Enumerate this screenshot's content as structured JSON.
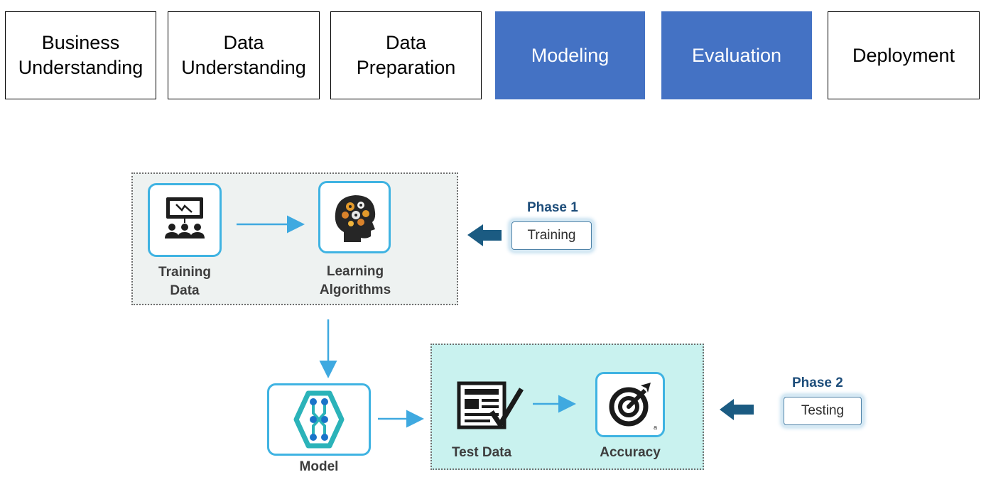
{
  "stages": [
    {
      "label": "Business\nUnderstanding",
      "active": false
    },
    {
      "label": "Data\nUnderstanding",
      "active": false
    },
    {
      "label": "Data\nPreparation",
      "active": false
    },
    {
      "label": "Modeling",
      "active": true
    },
    {
      "label": "Evaluation",
      "active": true
    },
    {
      "label": "Deployment",
      "active": false
    }
  ],
  "colors": {
    "active_stage": "#4472c4",
    "icon_border": "#3fb3e2",
    "arrow": "#3fa9e0",
    "phase_arrow": "#1b5b82",
    "training_panel": "#eef2f1",
    "testing_panel": "#c9f2ef",
    "model_icon": "#2bb3b9"
  },
  "diagram": {
    "training_data": {
      "label": "Training\nData",
      "icon": "presentation-team-icon"
    },
    "learning_algorithms": {
      "label": "Learning\nAlgorithms",
      "icon": "brain-gears-head-icon"
    },
    "model": {
      "label": "Model",
      "icon": "neural-network-icon"
    },
    "test_data": {
      "label": "Test Data",
      "icon": "document-checkmark-icon"
    },
    "accuracy": {
      "label": "Accuracy",
      "icon": "target-dart-icon",
      "corner_mark": "a"
    },
    "phase1": {
      "title": "Phase 1",
      "label": "Training"
    },
    "phase2": {
      "title": "Phase 2",
      "label": "Testing"
    }
  }
}
